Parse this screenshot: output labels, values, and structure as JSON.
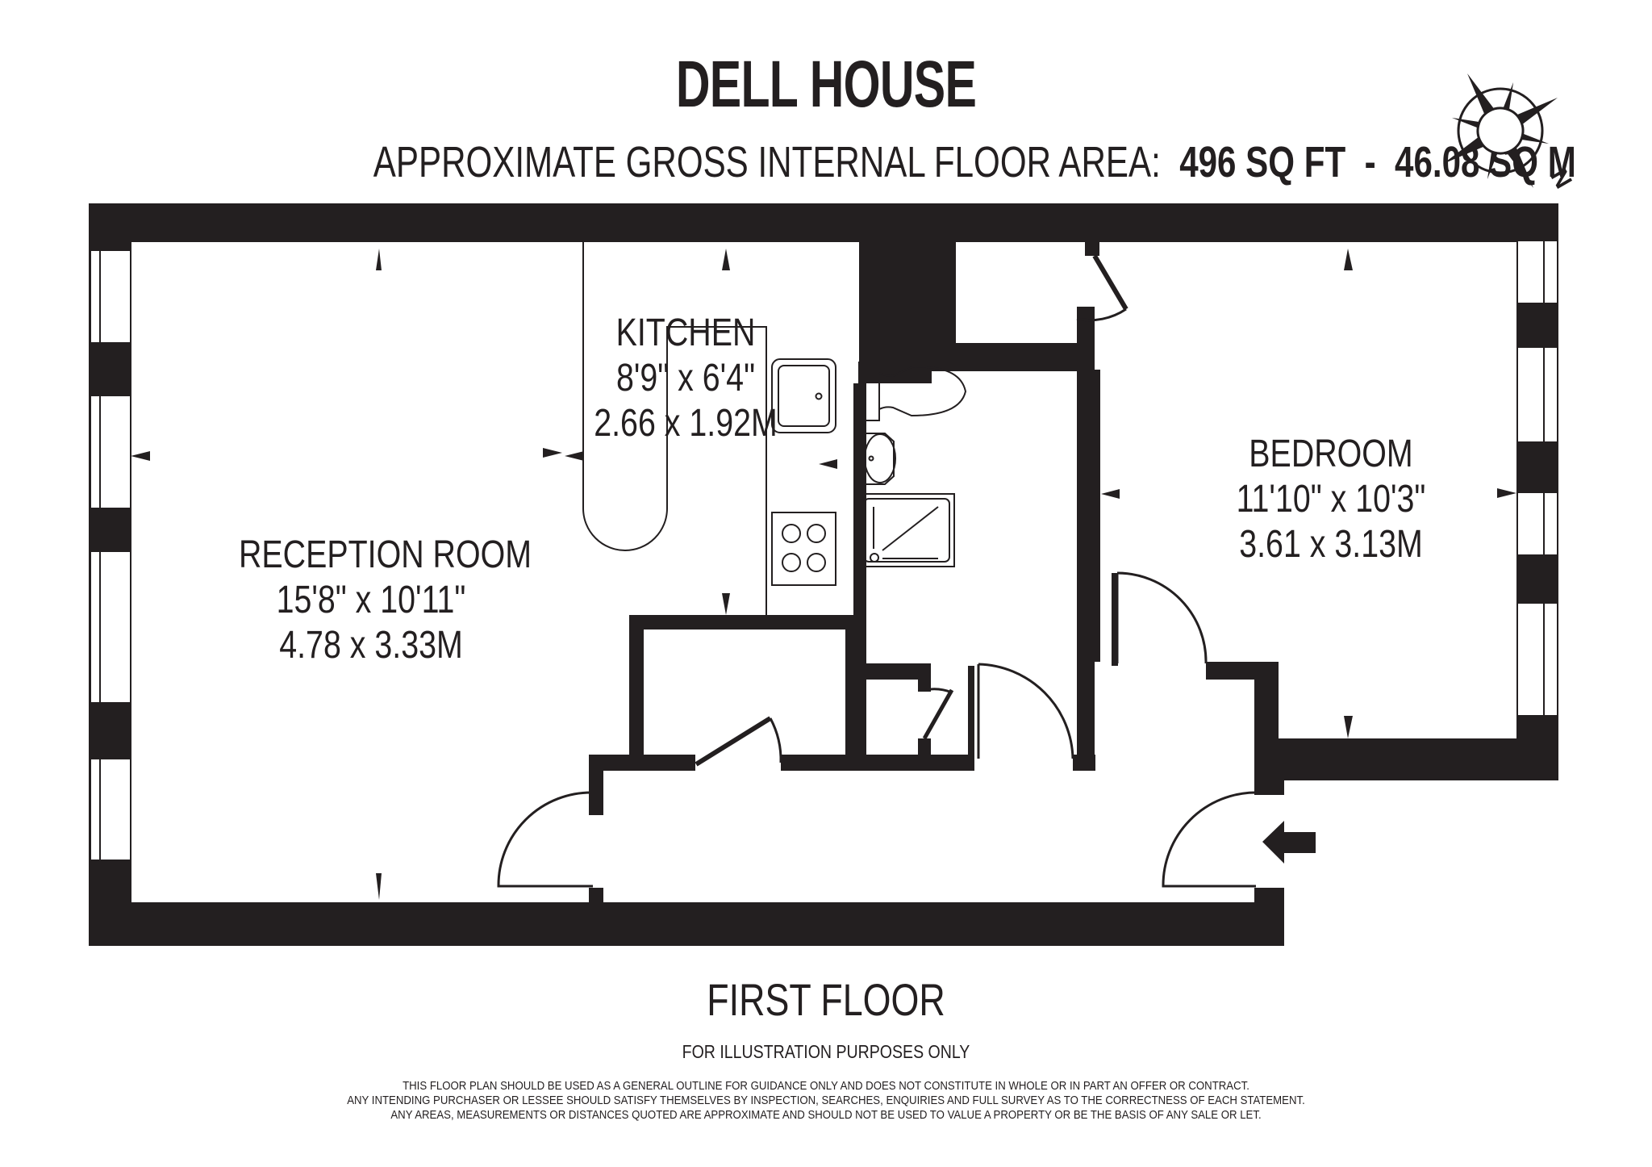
{
  "header": {
    "title": "DELL HOUSE",
    "area_prefix": "APPROXIMATE GROSS INTERNAL FLOOR AREA:",
    "area_sqft": "496 SQ FT",
    "area_separator": "-",
    "area_sqm": "46.08 SQ M"
  },
  "compass": {
    "icon": "compass-rose-icon",
    "north_label": "N"
  },
  "rooms": [
    {
      "name": "RECEPTION ROOM",
      "imperial": "15'8\" x 10'11\"",
      "metric": "4.78 x 3.33M"
    },
    {
      "name": "KITCHEN",
      "imperial": "8'9\" x 6'4\"",
      "metric": "2.66 x 1.92M"
    },
    {
      "name": "BEDROOM",
      "imperial": "11'10\" x 10'3\"",
      "metric": "3.61 x 3.13M"
    }
  ],
  "fixtures": [
    "sink-icon",
    "hob-icon",
    "toilet-icon",
    "basin-icon",
    "shower-tray-icon",
    "entrance-arrow-icon"
  ],
  "footer": {
    "floor": "FIRST FLOOR",
    "illustration_note": "FOR ILLUSTRATION PURPOSES ONLY",
    "disclaimer": [
      "THIS FLOOR PLAN SHOULD BE USED AS A GENERAL OUTLINE FOR GUIDANCE ONLY AND DOES NOT CONSTITUTE IN WHOLE OR IN PART AN OFFER OR CONTRACT.",
      "ANY INTENDING PURCHASER OR LESSEE SHOULD SATISFY THEMSELVES BY INSPECTION, SEARCHES, ENQUIRIES AND FULL SURVEY AS TO THE CORRECTNESS OF EACH STATEMENT.",
      "ANY AREAS, MEASUREMENTS OR DISTANCES QUOTED ARE APPROXIMATE AND SHOULD NOT BE USED TO VALUE A PROPERTY OR BE THE BASIS OF ANY SALE OR LET."
    ]
  },
  "colors": {
    "wall": "#231f20",
    "background": "#ffffff"
  }
}
